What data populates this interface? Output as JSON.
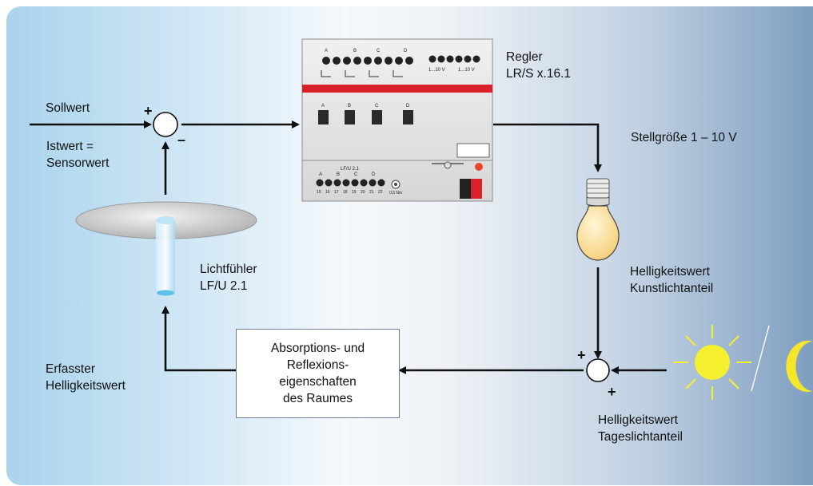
{
  "labels": {
    "sollwert": "Sollwert",
    "istwert": "Istwert =\nSensorwert",
    "regler": "Regler\nLR/S x.16.1",
    "stellgroesse": "Stellgröße 1 – 10 V",
    "lichtfuehler": "Lichtfühler\nLF/U 2.1",
    "helligkeit_kunst": "Helligkeitswert\nKunstlichtanteil",
    "absorption": "Absorptions- und\nReflexions-\neigenschaften\ndes Raumes",
    "erfasster": "Erfasster\nHelligkeitswert",
    "helligkeit_tag": "Helligkeitswert\nTageslichtanteil"
  },
  "signs": {
    "sum1_plus": "+",
    "sum1_minus": "–",
    "sum2_plus_top": "+",
    "sum2_plus_bottom": "+"
  },
  "device": {
    "channels": [
      "A",
      "B",
      "C",
      "D"
    ],
    "lower_label": "LF/U 2.1",
    "terminal_numbers": [
      "15",
      "16",
      "17",
      "18",
      "19",
      "20",
      "21",
      "22"
    ],
    "sensor_label": "0,5 Nm",
    "output_label_1": "1...10 V",
    "output_label_2": "1...10 V"
  },
  "colors": {
    "stripe": "#d8212b",
    "bulb": "#fbe3a6",
    "sun": "#f4ef2f",
    "moon": "#f4e629",
    "led": "#e8472b"
  }
}
